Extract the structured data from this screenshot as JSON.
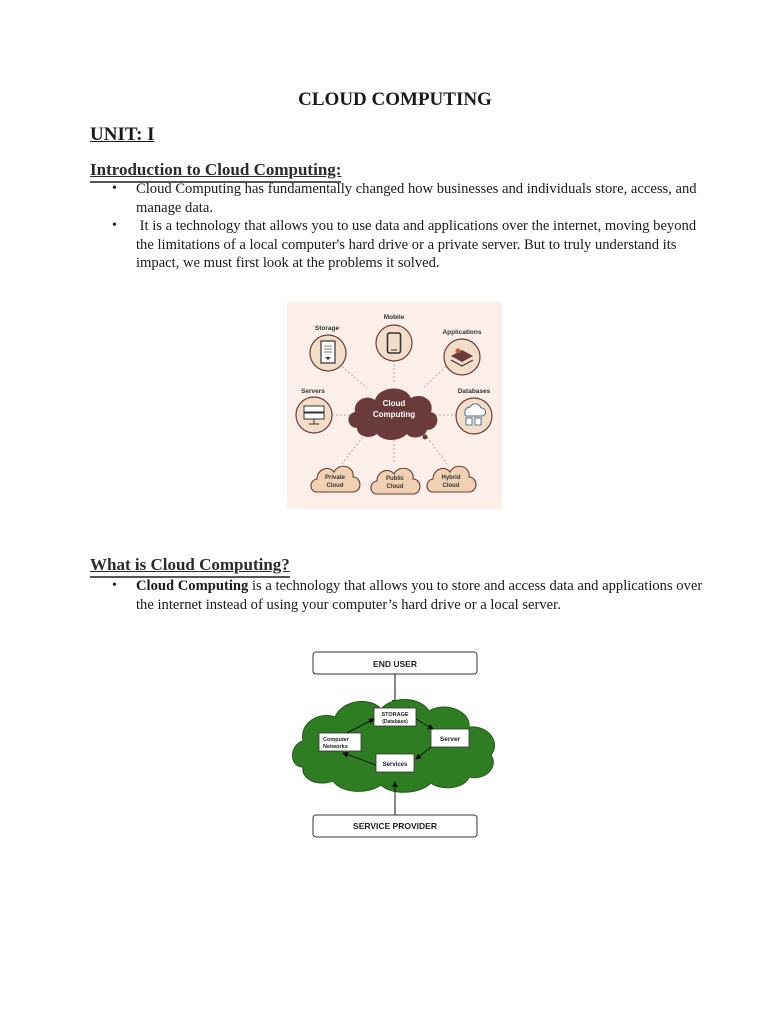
{
  "doc": {
    "title": "CLOUD COMPUTING",
    "unit": "UNIT: I"
  },
  "intro": {
    "heading": "Introduction to Cloud Computing:",
    "bullets": [
      "Cloud Computing has fundamentally changed how businesses and individuals store, access, and manage data.",
      " It is a technology that allows you to use data and applications over the internet, moving beyond the limitations of a local computer's hard drive or a private server. But to truly understand its impact, we must first look at the problems it solved."
    ]
  },
  "figure1": {
    "center": [
      "Cloud",
      "Computing"
    ],
    "nodes": {
      "mobile": "Mobile",
      "storage": "Storage",
      "applications": "Applications",
      "servers": "Servers",
      "databases": "Databases",
      "private": [
        "Private",
        "Cloud"
      ],
      "public": [
        "Public",
        "Cloud"
      ],
      "hybrid": [
        "Hybrid",
        "Cloud"
      ]
    }
  },
  "what": {
    "heading": "What is Cloud Computing?",
    "bullet_bold": "Cloud Computing",
    "bullet_rest": " is a technology that allows you to store and access data and applications over the internet instead of using your computer’s hard drive or a local server."
  },
  "figure2": {
    "end_user": "END USER",
    "storage": [
      "STORAGE",
      "(Database)"
    ],
    "networks": [
      "Computer",
      "Networks"
    ],
    "server": "Server",
    "services": "Services",
    "provider": "SERVICE PROVIDER"
  },
  "colors": {
    "cloud_brown": "#6b3b3b",
    "circle_fill": "#f3dcc8",
    "small_cloud_fill": "#f0d2b2",
    "fig1_bg": "#fcefe9",
    "green_cloud": "#2f7d22"
  }
}
